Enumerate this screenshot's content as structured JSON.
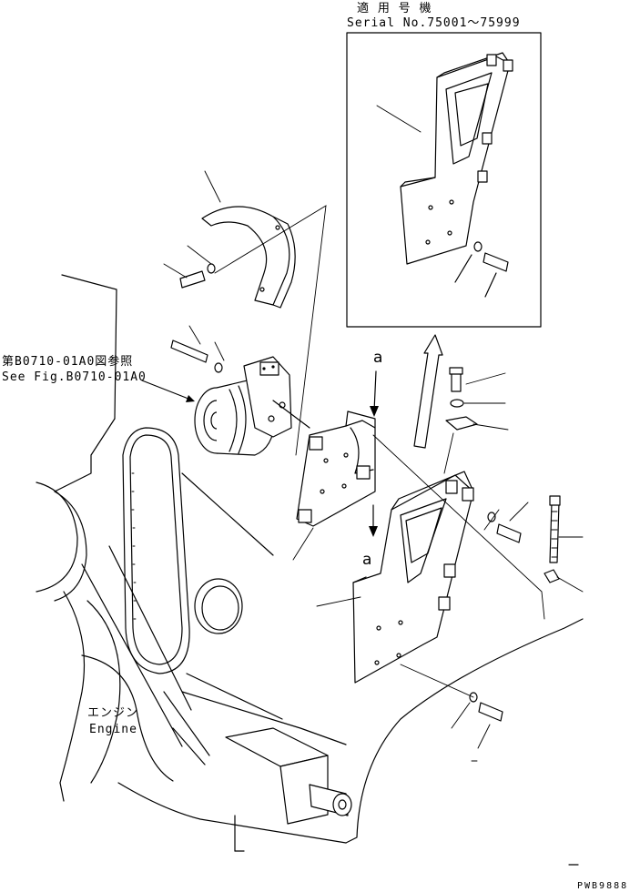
{
  "serial_note": {
    "line1": "適 用 号 機",
    "line2": "Serial No.75001～75999"
  },
  "reference": {
    "line1": "第B0710-01A0図参照",
    "line2": "See Fig.B0710-01A0"
  },
  "engine_label": {
    "ja": "エンジン",
    "en": "Engine"
  },
  "connector_labels": {
    "upper": "a",
    "lower": "a"
  },
  "drawing_code": "PWB9888"
}
